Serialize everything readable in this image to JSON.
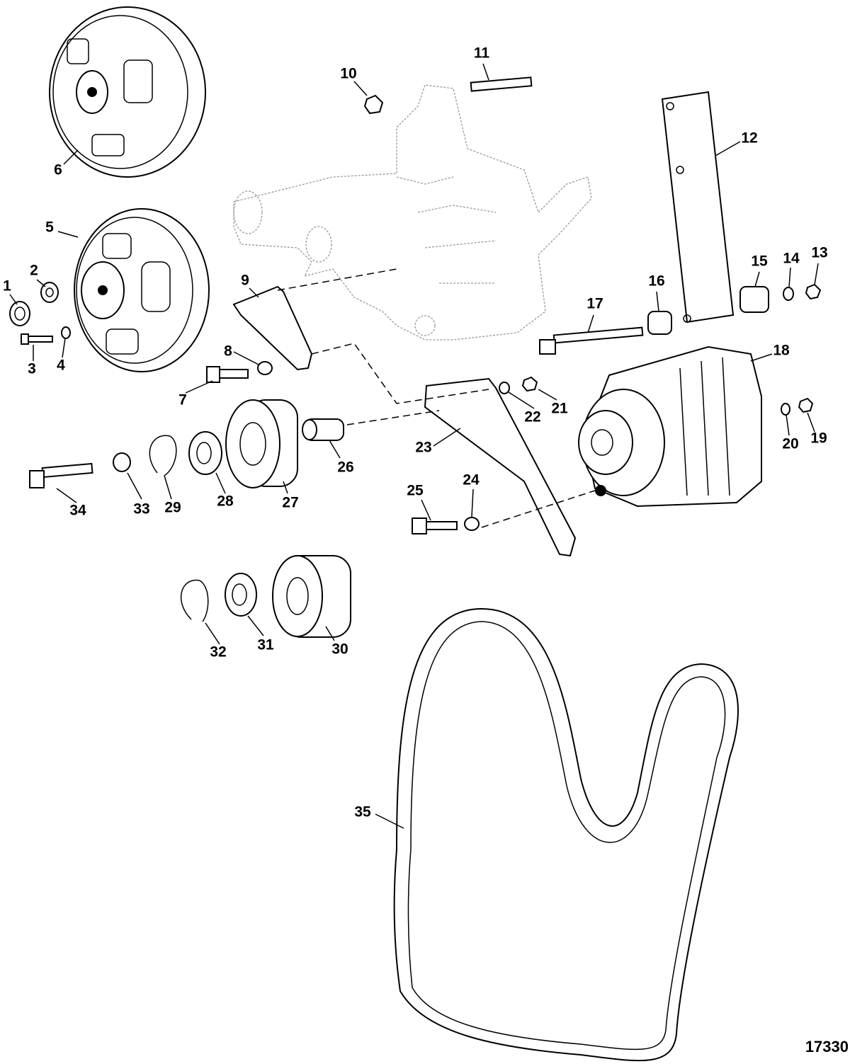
{
  "diagram": {
    "figure_number": "17330",
    "callouts": [
      "1",
      "2",
      "3",
      "4",
      "5",
      "6",
      "7",
      "8",
      "9",
      "10",
      "11",
      "12",
      "13",
      "14",
      "15",
      "16",
      "17",
      "18",
      "19",
      "20",
      "21",
      "22",
      "23",
      "24",
      "25",
      "26",
      "27",
      "28",
      "29",
      "30",
      "31",
      "32",
      "33",
      "34",
      "35"
    ]
  }
}
